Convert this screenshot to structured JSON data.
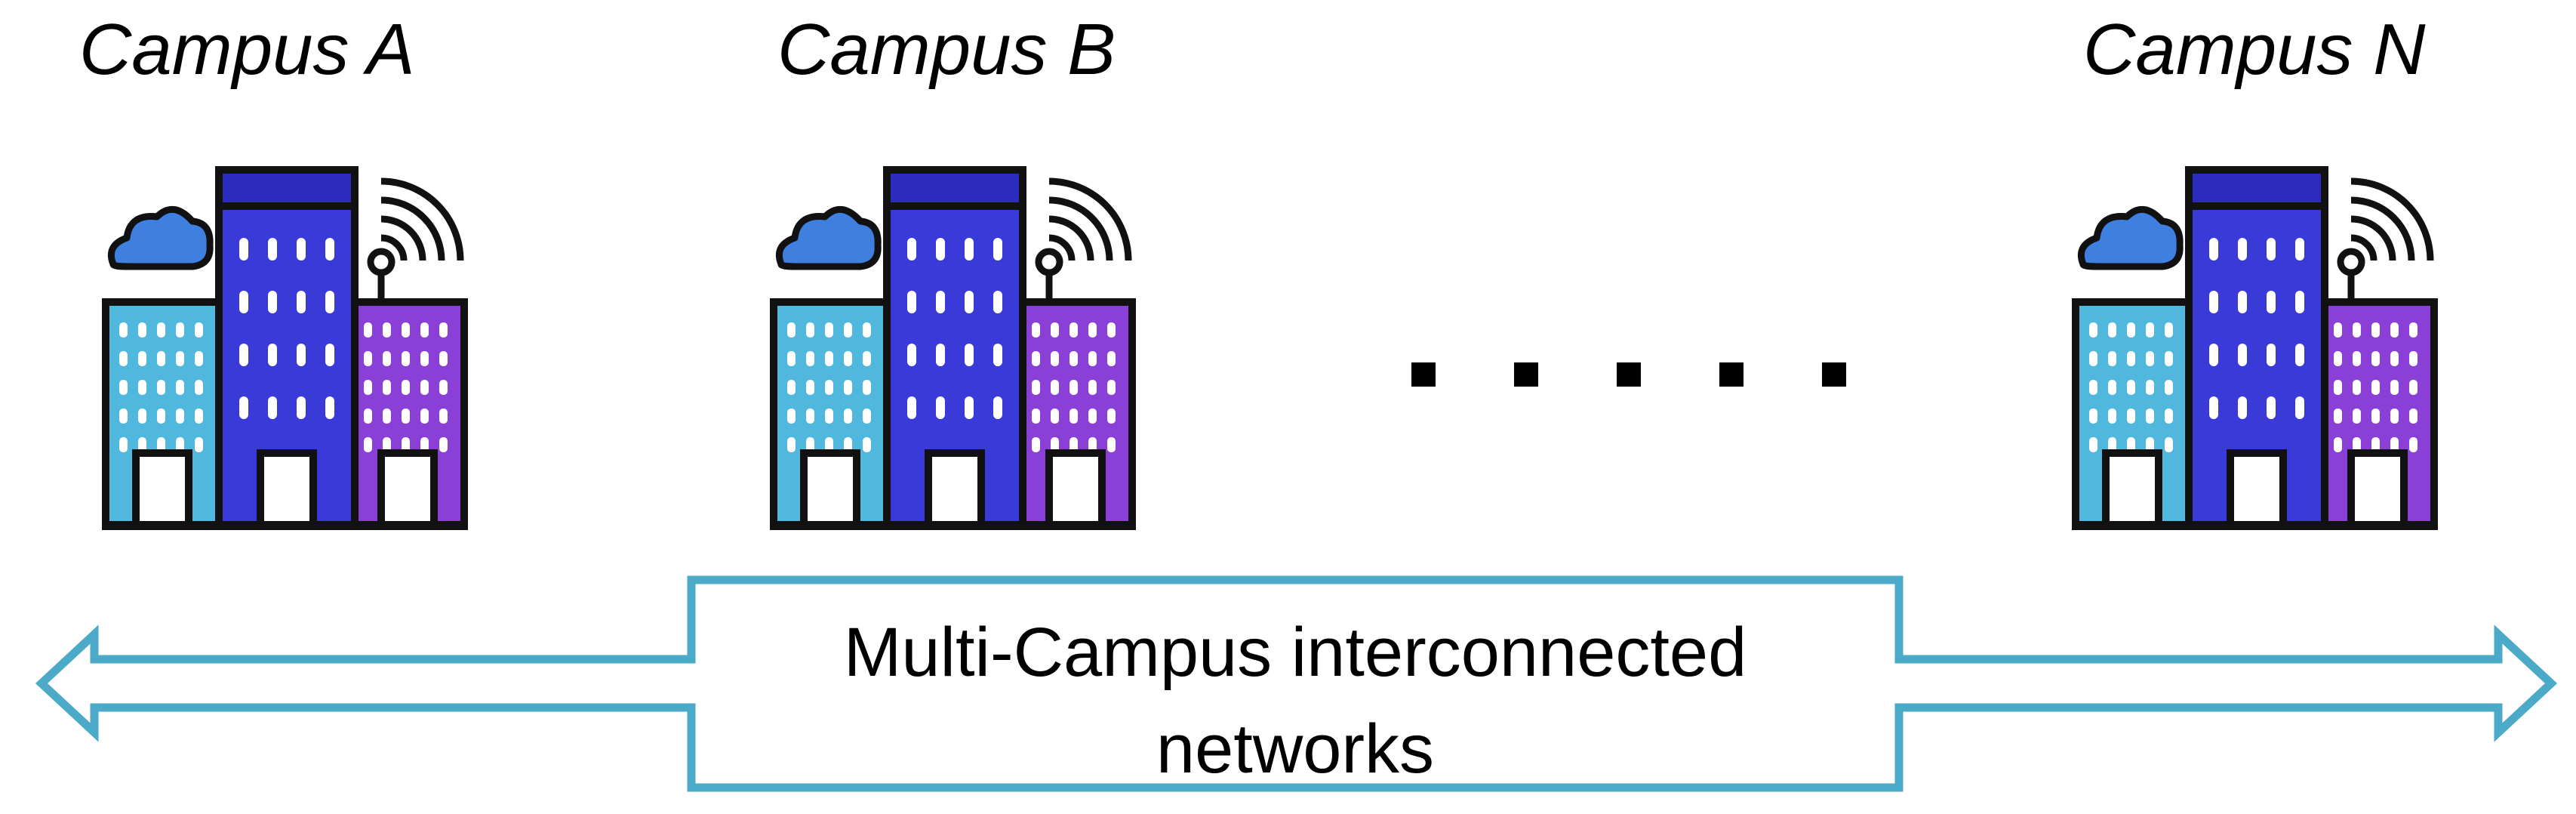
{
  "campuses": [
    {
      "title": "Campus A",
      "icon": "campus-buildings-icon"
    },
    {
      "title": "Campus B",
      "icon": "campus-buildings-icon"
    },
    {
      "title": "Campus N",
      "icon": "campus-buildings-icon"
    }
  ],
  "ellipsis_icon": "ellipsis-dots-icon",
  "network": {
    "label_line1": "Multi-Campus interconnected",
    "label_line2": "networks",
    "icon": "bidirectional-arrow-icon"
  },
  "colors": {
    "arrow_stroke": "#4aaac8",
    "tower_fill": "#3a3ad8",
    "tower_cap": "#2b2bc0",
    "left_building": "#4fb8dc",
    "right_building": "#8a3fd6",
    "cloud": "#3f7fe0",
    "outline": "#111111"
  }
}
